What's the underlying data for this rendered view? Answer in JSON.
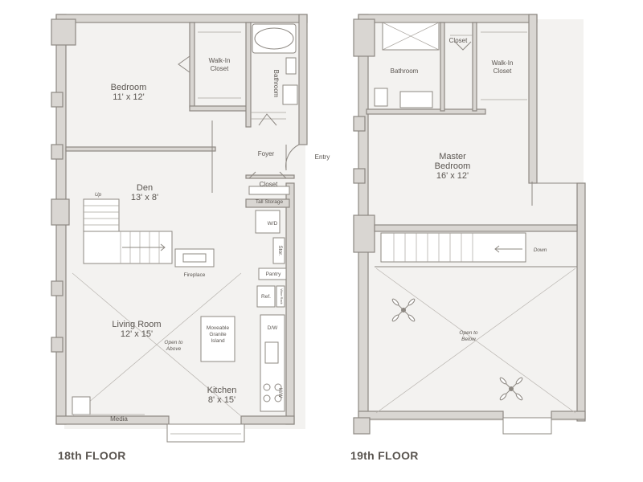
{
  "floors": {
    "floor18": {
      "title": "18th FLOOR",
      "rooms": {
        "bedroom_name": "Bedroom",
        "bedroom_size": "11' x 12'",
        "walkin_line1": "Walk-In",
        "walkin_line2": "Closet",
        "bathroom": "Bathroom",
        "foyer": "Foyer",
        "entry": "Entry",
        "closet": "Closet",
        "tall_storage": "Tall Storage",
        "den_name": "Den",
        "den_size": "13' x 8'",
        "up": "Up",
        "wd": "W/D",
        "stor": "Stor.",
        "fireplace": "Fireplace",
        "pantry": "Pantry",
        "ref": "Ref.",
        "wine_rack": "Wine Rack",
        "living_name": "Living Room",
        "living_size": "12' x 15'",
        "open_above_1": "Open to",
        "open_above_2": "Above",
        "island_1": "Moveable",
        "island_2": "Granite",
        "island_3": "Island",
        "dw": "D/W",
        "mw": "M/W",
        "kitchen_name": "Kitchen",
        "kitchen_size": "8' x 15'",
        "media": "Media"
      }
    },
    "floor19": {
      "title": "19th FLOOR",
      "rooms": {
        "closet": "Closet",
        "bathroom": "Bathroom",
        "walkin_line1": "Walk-In",
        "walkin_line2": "Closet",
        "master_1": "Master",
        "master_2": "Bedroom",
        "master_size": "16' x 12'",
        "down": "Down",
        "open_below_1": "Open to",
        "open_below_2": "Below"
      }
    }
  },
  "colors": {
    "wall": "#d9d6d2",
    "line": "#8d8882",
    "text": "#5a5550",
    "floor": "#f3f2f0"
  },
  "icons": [
    "ceiling-fan-icon",
    "door-swing-icon",
    "stair-arrow-icon"
  ]
}
